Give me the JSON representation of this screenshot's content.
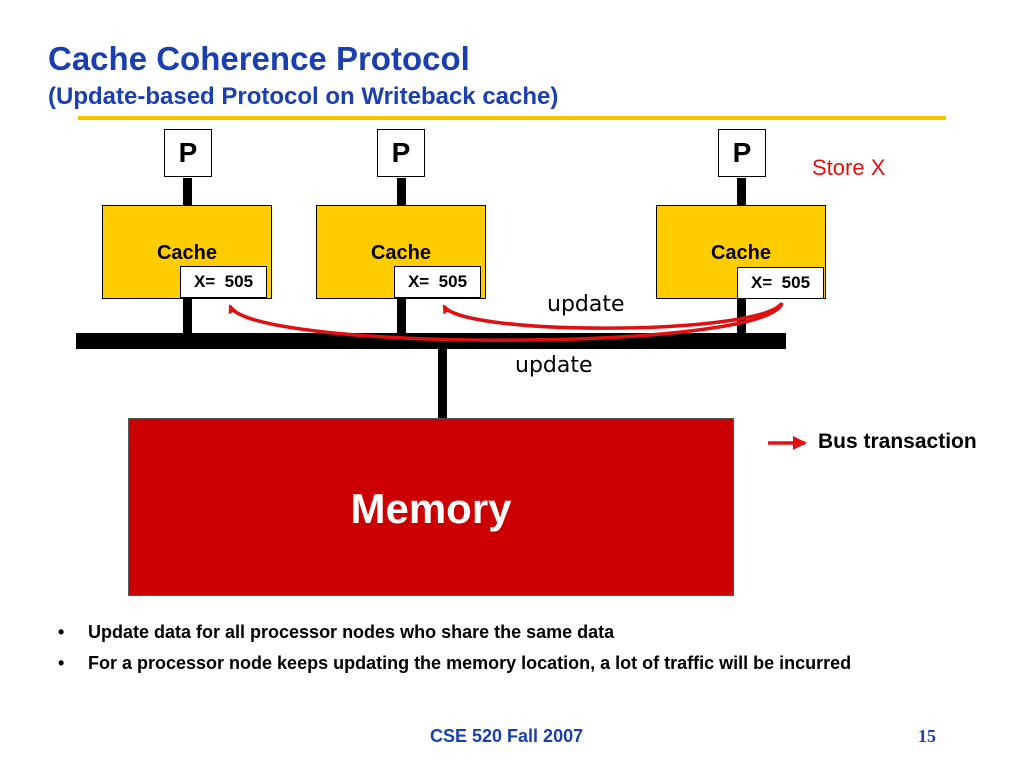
{
  "header": {
    "title": "Cache Coherence Protocol",
    "subtitle_parts": [
      "(",
      "Update-based",
      " Protocol on ",
      "Writeback",
      " cache)"
    ]
  },
  "processors": [
    {
      "label": "P",
      "cache_label": "Cache",
      "value": "X=  505"
    },
    {
      "label": "P",
      "cache_label": "Cache",
      "value": "X=  505"
    },
    {
      "label": "P",
      "cache_label": "Cache",
      "value": "X=  505"
    }
  ],
  "annotations": {
    "store": "Store X",
    "update_upper": "update",
    "update_lower": "update"
  },
  "memory": {
    "label": "Memory"
  },
  "legend": {
    "label": "Bus transaction"
  },
  "bullets": [
    "Update data for all processor nodes who share the same data",
    "For a processor node keeps updating the memory location, a lot of traffic will be incurred"
  ],
  "footer": {
    "course": "CSE 520 Fall 2007",
    "page": "15"
  },
  "colors": {
    "accent_blue": "#1a3fb0",
    "cache_yellow": "#ffcc00",
    "memory_red": "#cc0000",
    "arrow_red": "#e01010",
    "rule_yellow": "#f5c400"
  }
}
